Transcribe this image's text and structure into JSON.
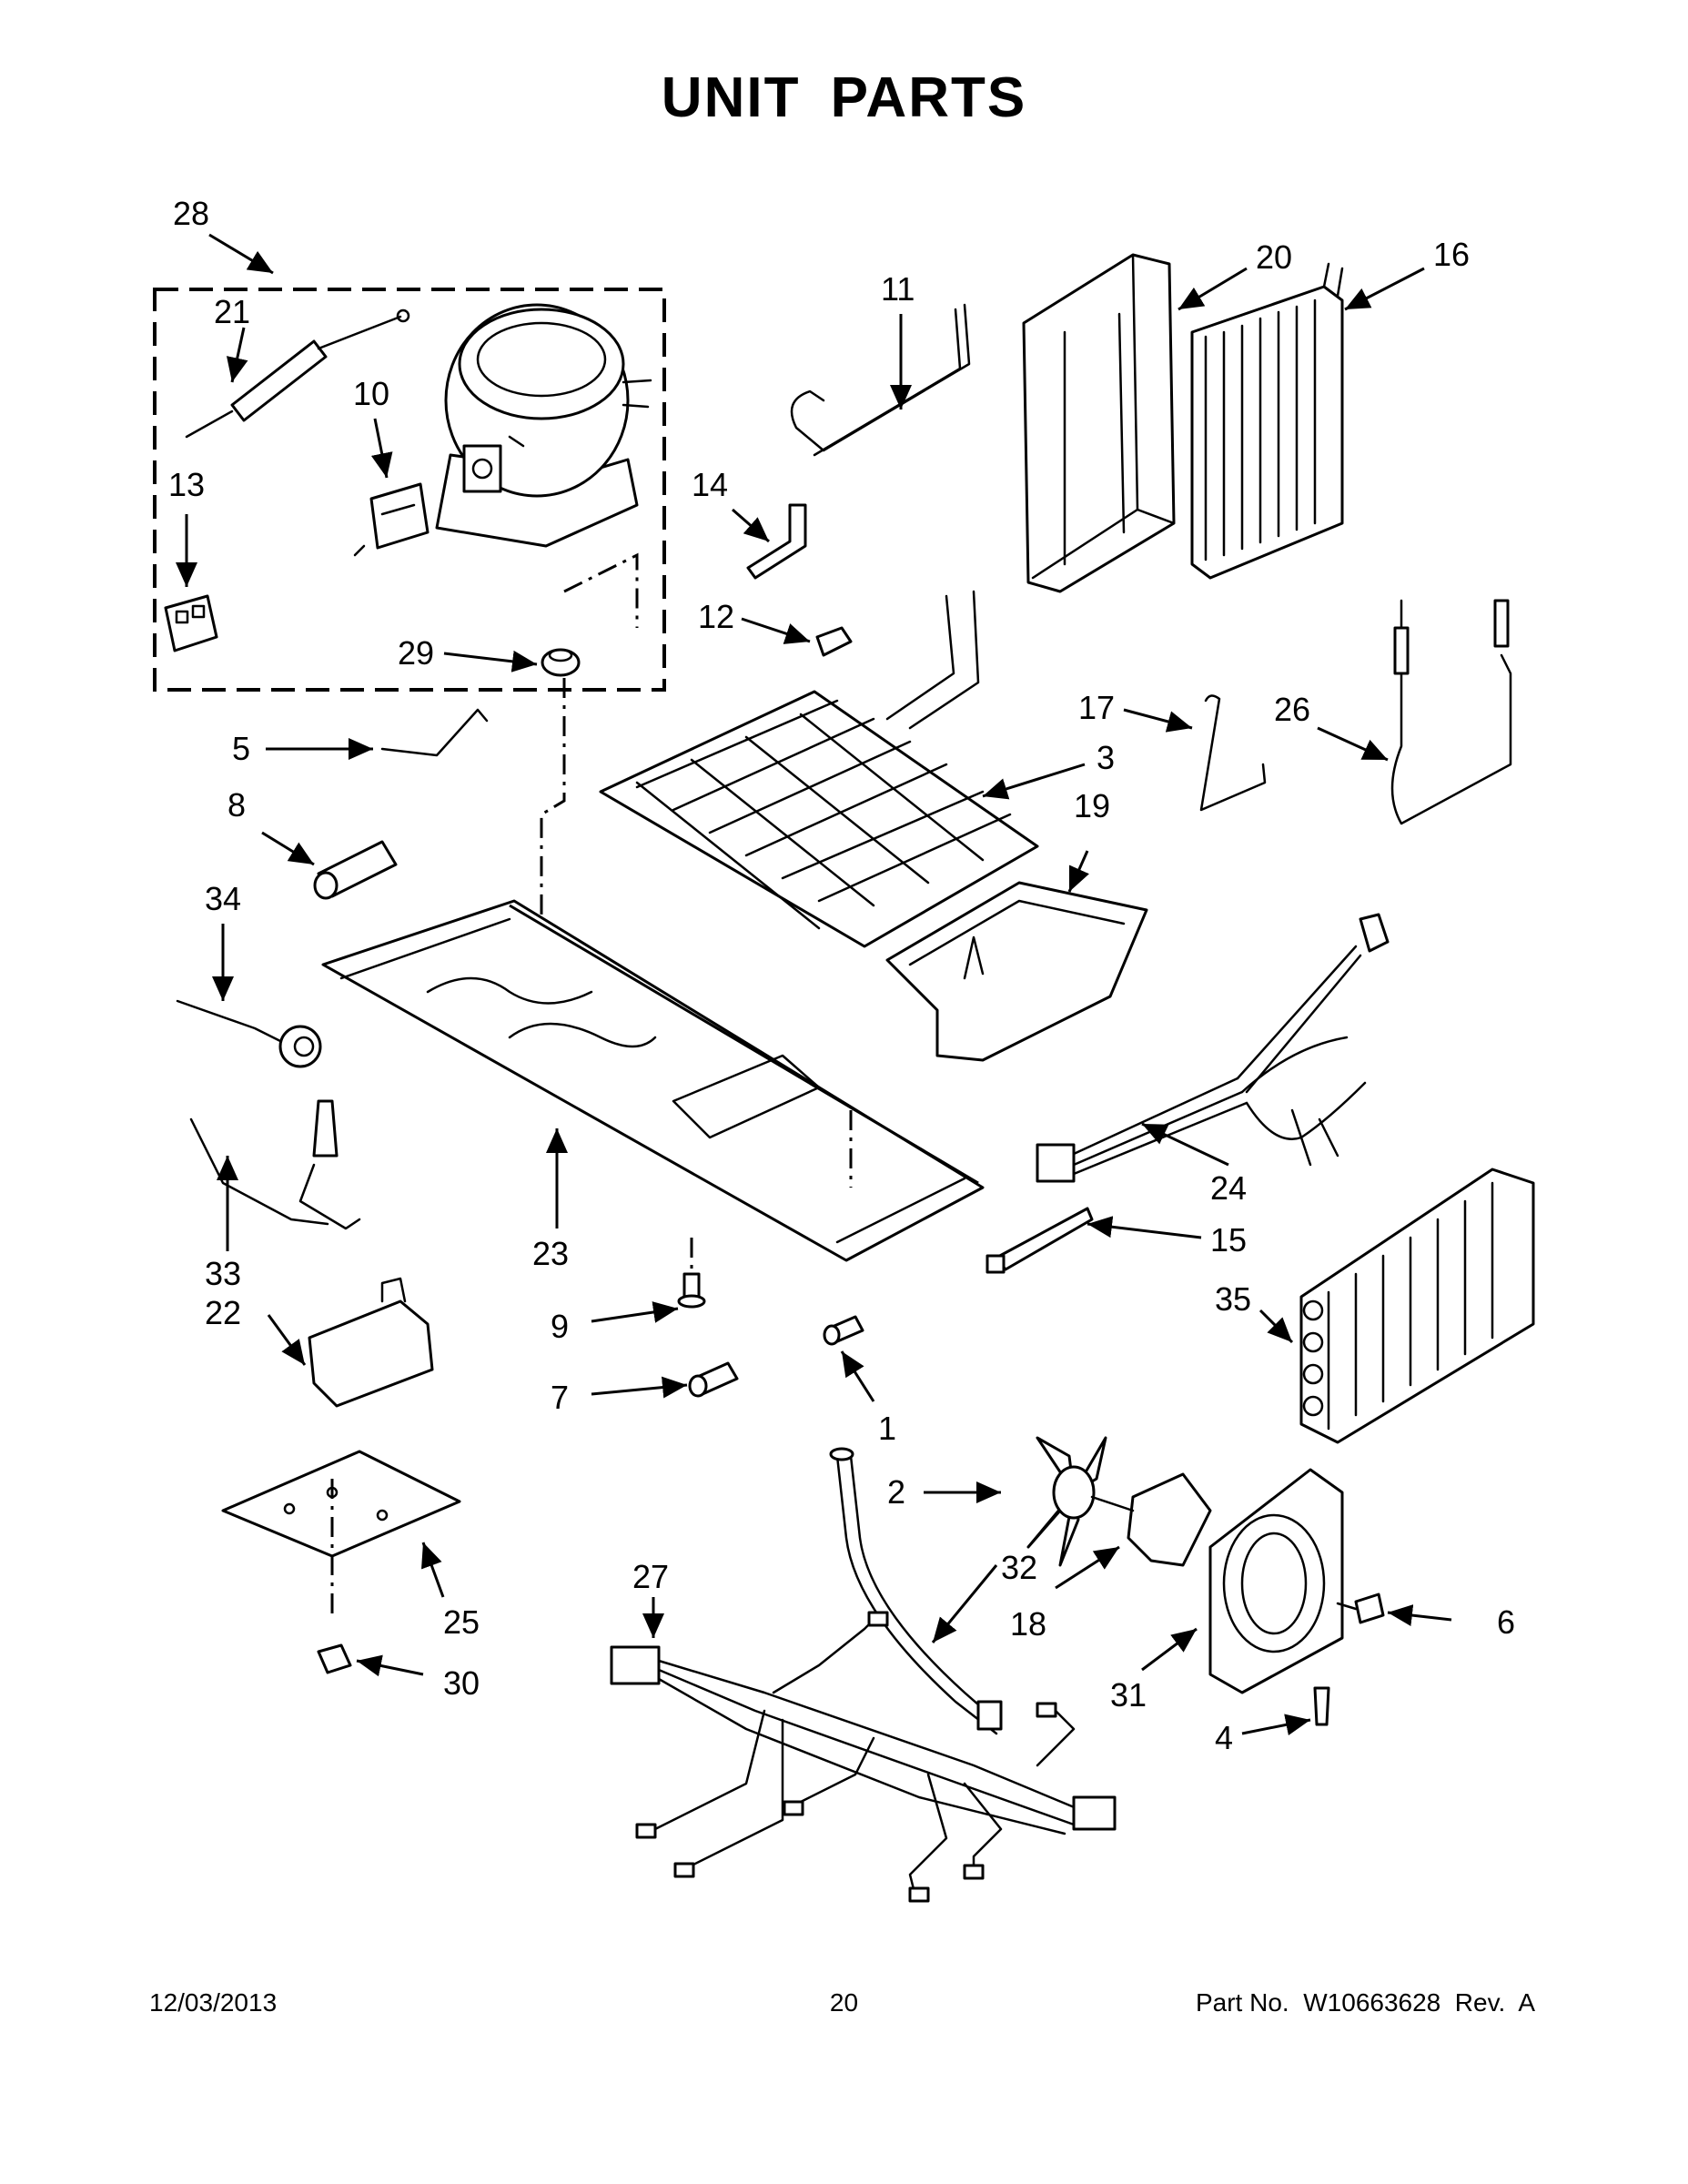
{
  "title": "UNIT PARTS",
  "callouts": {
    "c1": "1",
    "c2": "2",
    "c3": "3",
    "c4": "4",
    "c5": "5",
    "c6": "6",
    "c7": "7",
    "c8": "8",
    "c9": "9",
    "c10": "10",
    "c11": "11",
    "c12": "12",
    "c13": "13",
    "c14": "14",
    "c15": "15",
    "c16": "16",
    "c17": "17",
    "c18": "18",
    "c19": "19",
    "c20": "20",
    "c21": "21",
    "c22": "22",
    "c23": "23",
    "c24": "24",
    "c25": "25",
    "c26": "26",
    "c27": "27",
    "c28": "28",
    "c29": "29",
    "c30": "30",
    "c31": "31",
    "c32": "32",
    "c33": "33",
    "c34": "34",
    "c35": "35"
  },
  "footer": {
    "date": "12/03/2013",
    "page": "20",
    "part_no": "Part No.  W10663628  Rev.  A"
  }
}
